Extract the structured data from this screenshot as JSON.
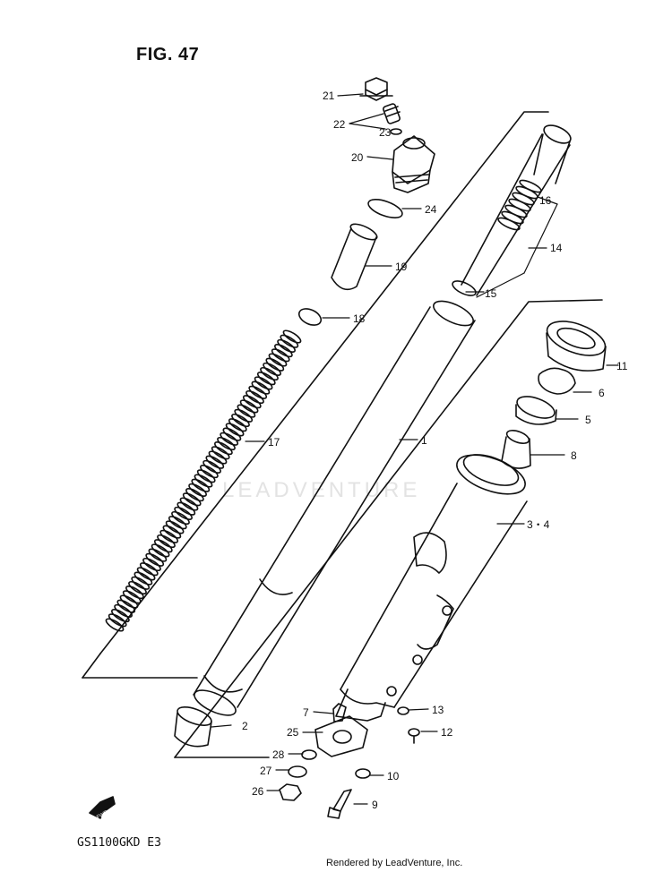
{
  "figure": {
    "title": "FIG. 47",
    "model": "GS1100GKD E3"
  },
  "watermark": "LEADVENTURE",
  "footer": "Rendered by LeadVenture, Inc.",
  "fwd_label": "FWD",
  "callouts": [
    {
      "id": "21",
      "text": "21"
    },
    {
      "id": "22",
      "text": "22"
    },
    {
      "id": "23",
      "text": "23"
    },
    {
      "id": "20",
      "text": "20"
    },
    {
      "id": "24",
      "text": "24"
    },
    {
      "id": "19",
      "text": "19"
    },
    {
      "id": "18",
      "text": "18"
    },
    {
      "id": "17",
      "text": "17"
    },
    {
      "id": "16",
      "text": "16"
    },
    {
      "id": "14",
      "text": "14"
    },
    {
      "id": "15",
      "text": "15"
    },
    {
      "id": "1",
      "text": "1"
    },
    {
      "id": "11",
      "text": "11"
    },
    {
      "id": "6",
      "text": "6"
    },
    {
      "id": "5",
      "text": "5"
    },
    {
      "id": "8",
      "text": "8"
    },
    {
      "id": "34",
      "text": "3・4"
    },
    {
      "id": "2",
      "text": "2"
    },
    {
      "id": "7",
      "text": "7"
    },
    {
      "id": "13",
      "text": "13"
    },
    {
      "id": "12",
      "text": "12"
    },
    {
      "id": "25",
      "text": "25"
    },
    {
      "id": "28",
      "text": "28"
    },
    {
      "id": "27",
      "text": "27"
    },
    {
      "id": "10",
      "text": "10"
    },
    {
      "id": "26",
      "text": "26"
    },
    {
      "id": "9",
      "text": "9"
    }
  ],
  "colors": {
    "ink": "#111111",
    "watermark": "#e3e3e3"
  }
}
